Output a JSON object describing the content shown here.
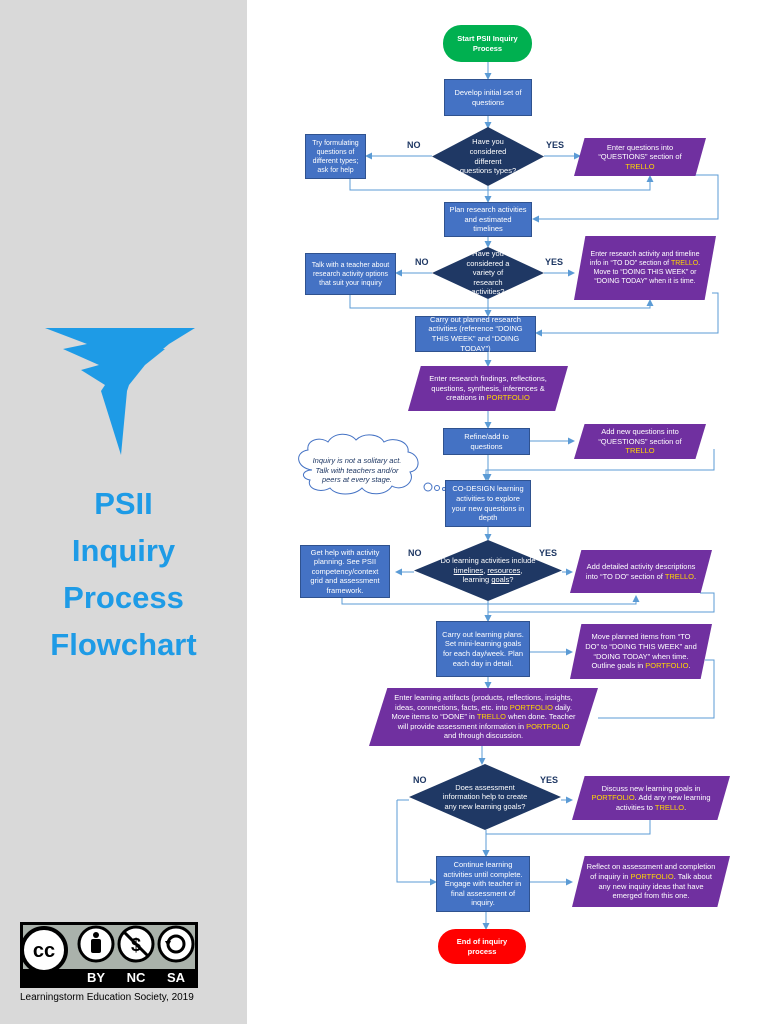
{
  "sidebar": {
    "title_lines": [
      "PSII",
      "Inquiry",
      "Process",
      "Flowchart"
    ],
    "credit": "Learningstorm Education Society, 2019",
    "license": {
      "badges": [
        "BY",
        "NC",
        "SA"
      ],
      "icons": [
        "cc-icon",
        "attribution-icon",
        "noncommercial-icon",
        "sharealike-icon"
      ]
    }
  },
  "colors": {
    "title": "#1e9be6",
    "process": "#4472c4",
    "io": "#7030a0",
    "decision": "#1f3864",
    "start": "#00b050",
    "end": "#ff0000",
    "highlight": "#ffd700",
    "sidebar": "#d9d9d9"
  },
  "flow": {
    "start": "Start PSII Inquiry Process",
    "n1": "Develop initial set of questions",
    "d1": "Have you considered different questions types?",
    "d1_no_text": "Try formulating questions of different types; ask for help",
    "d1_yes_pre": "Enter questions into “QUESTIONS” section of ",
    "d1_yes_hl": "TRELLO",
    "n2": "Plan research activities and estimated timelines",
    "d2": "Have you considered a variety of research activities?",
    "d2_no_text": "Talk with a teacher about research activity options that suit your inquiry",
    "d2_yes_pre": "Enter research activity and timeline info in “TO DO” section of ",
    "d2_yes_hl": "TRELLO",
    "d2_yes_post": ". Move to “DOING THIS WEEK” or “DOING TODAY” when it is time.",
    "n3": "Carry out planned research activities (reference “DOING THIS WEEK” and “DOING TODAY”)",
    "io1_pre": "Enter research findings, reflections, questions, synthesis, inferences & creations in ",
    "io1_hl": "PORTFOLIO",
    "n4": "Refine/add to questions",
    "io2_pre": "Add new questions into “QUESTIONS” section of ",
    "io2_hl": "TRELLO",
    "cloud": "Inquiry is not a solitary act. Talk with teachers and/or peers at every stage.",
    "n5": "CO-DESIGN learning activities to explore your new questions in depth",
    "d3_pre": "Do learning activities include ",
    "d3_u1": "timelines",
    "d3_sep": ", ",
    "d3_u2": "resources",
    "d3_mid": ", learning ",
    "d3_u3": "goals",
    "d3_end": "?",
    "d3_no_text": "Get help with activity planning. See PSII competency/context grid and assessment framework.",
    "d3_yes_pre": "Add detailed activity descriptions into “TO DO” section of ",
    "d3_yes_hl": "TRELLO",
    "d3_yes_post": ".",
    "n6": "Carry out learning plans. Set mini-learning goals for each day/week. Plan each day in detail.",
    "io3_pre": "Move planned items from “TO DO” to “DOING THIS WEEK” and “DOING TODAY” when time.  Outline goals in ",
    "io3_hl": "PORTFOLIO",
    "io3_post": ".",
    "io4_a": "Enter learning artifacts (products, reflections, insights, ideas, connections, facts, etc. into ",
    "io4_hl1": "PORTFOLIO",
    "io4_b": " daily. Move items to “DONE” in ",
    "io4_hl2": "TRELLO",
    "io4_c": " when done.  Teacher will provide assessment information in ",
    "io4_hl3": "PORTFOLIO",
    "io4_d": " and through discussion.",
    "d4": "Does assessment information help to create any new learning goals?",
    "d4_yes_a": "Discuss new learning goals in ",
    "d4_yes_hl1": "PORTFOLIO",
    "d4_yes_b": ". Add any new learning activities to ",
    "d4_yes_hl2": "TRELLO",
    "d4_yes_c": ".",
    "n7": "Continue learning activities until complete. Engage with teacher in final assessment of inquiry.",
    "io5_pre": "Reflect on assessment and completion of inquiry in ",
    "io5_hl": "PORTFOLIO",
    "io5_post": ". Talk about any new inquiry ideas that have emerged from this one.",
    "end": "End of inquiry process"
  },
  "labels": {
    "no": "NO",
    "yes": "YES"
  }
}
